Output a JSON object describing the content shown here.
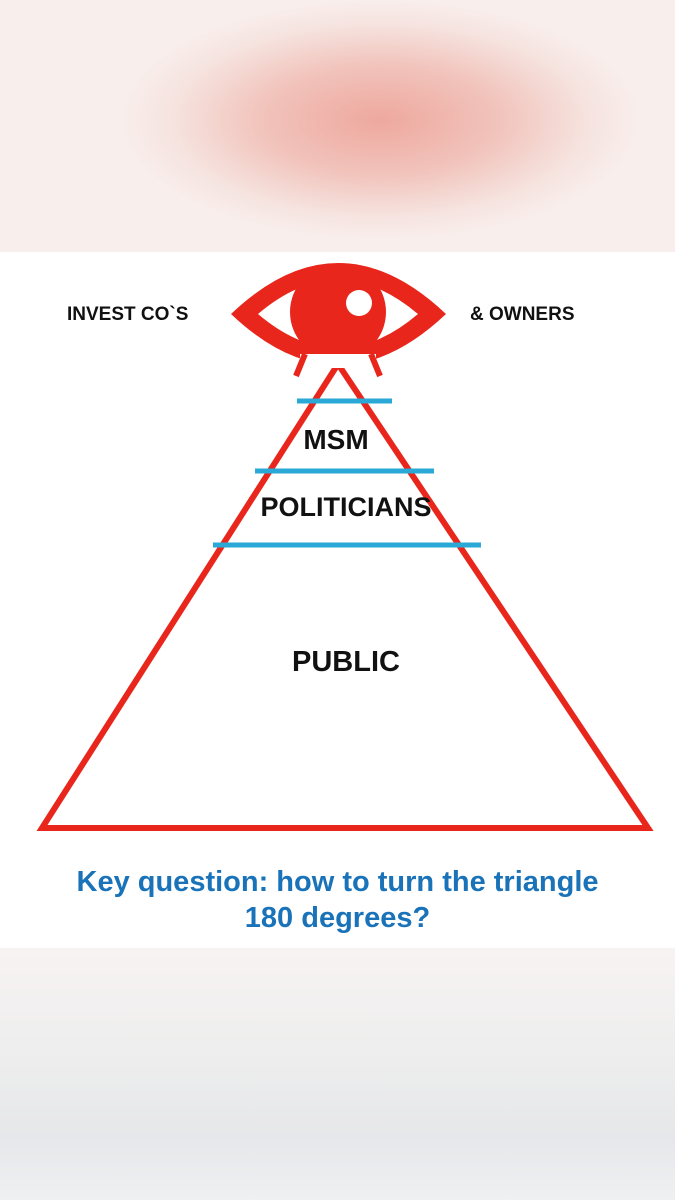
{
  "diagram": {
    "eye_label_left": "INVEST CO`S",
    "eye_label_right": "& OWNERS",
    "tiers": {
      "top": "MSM",
      "middle": "POLITICIANS",
      "bottom": "PUBLIC"
    },
    "colors": {
      "outline_red": "#e8261c",
      "tier_divider_blue": "#2aa9d6",
      "question_blue": "#1a73b8"
    }
  },
  "caption": {
    "line1": "Key question: how to turn the triangle",
    "line2": "180 degrees?"
  }
}
